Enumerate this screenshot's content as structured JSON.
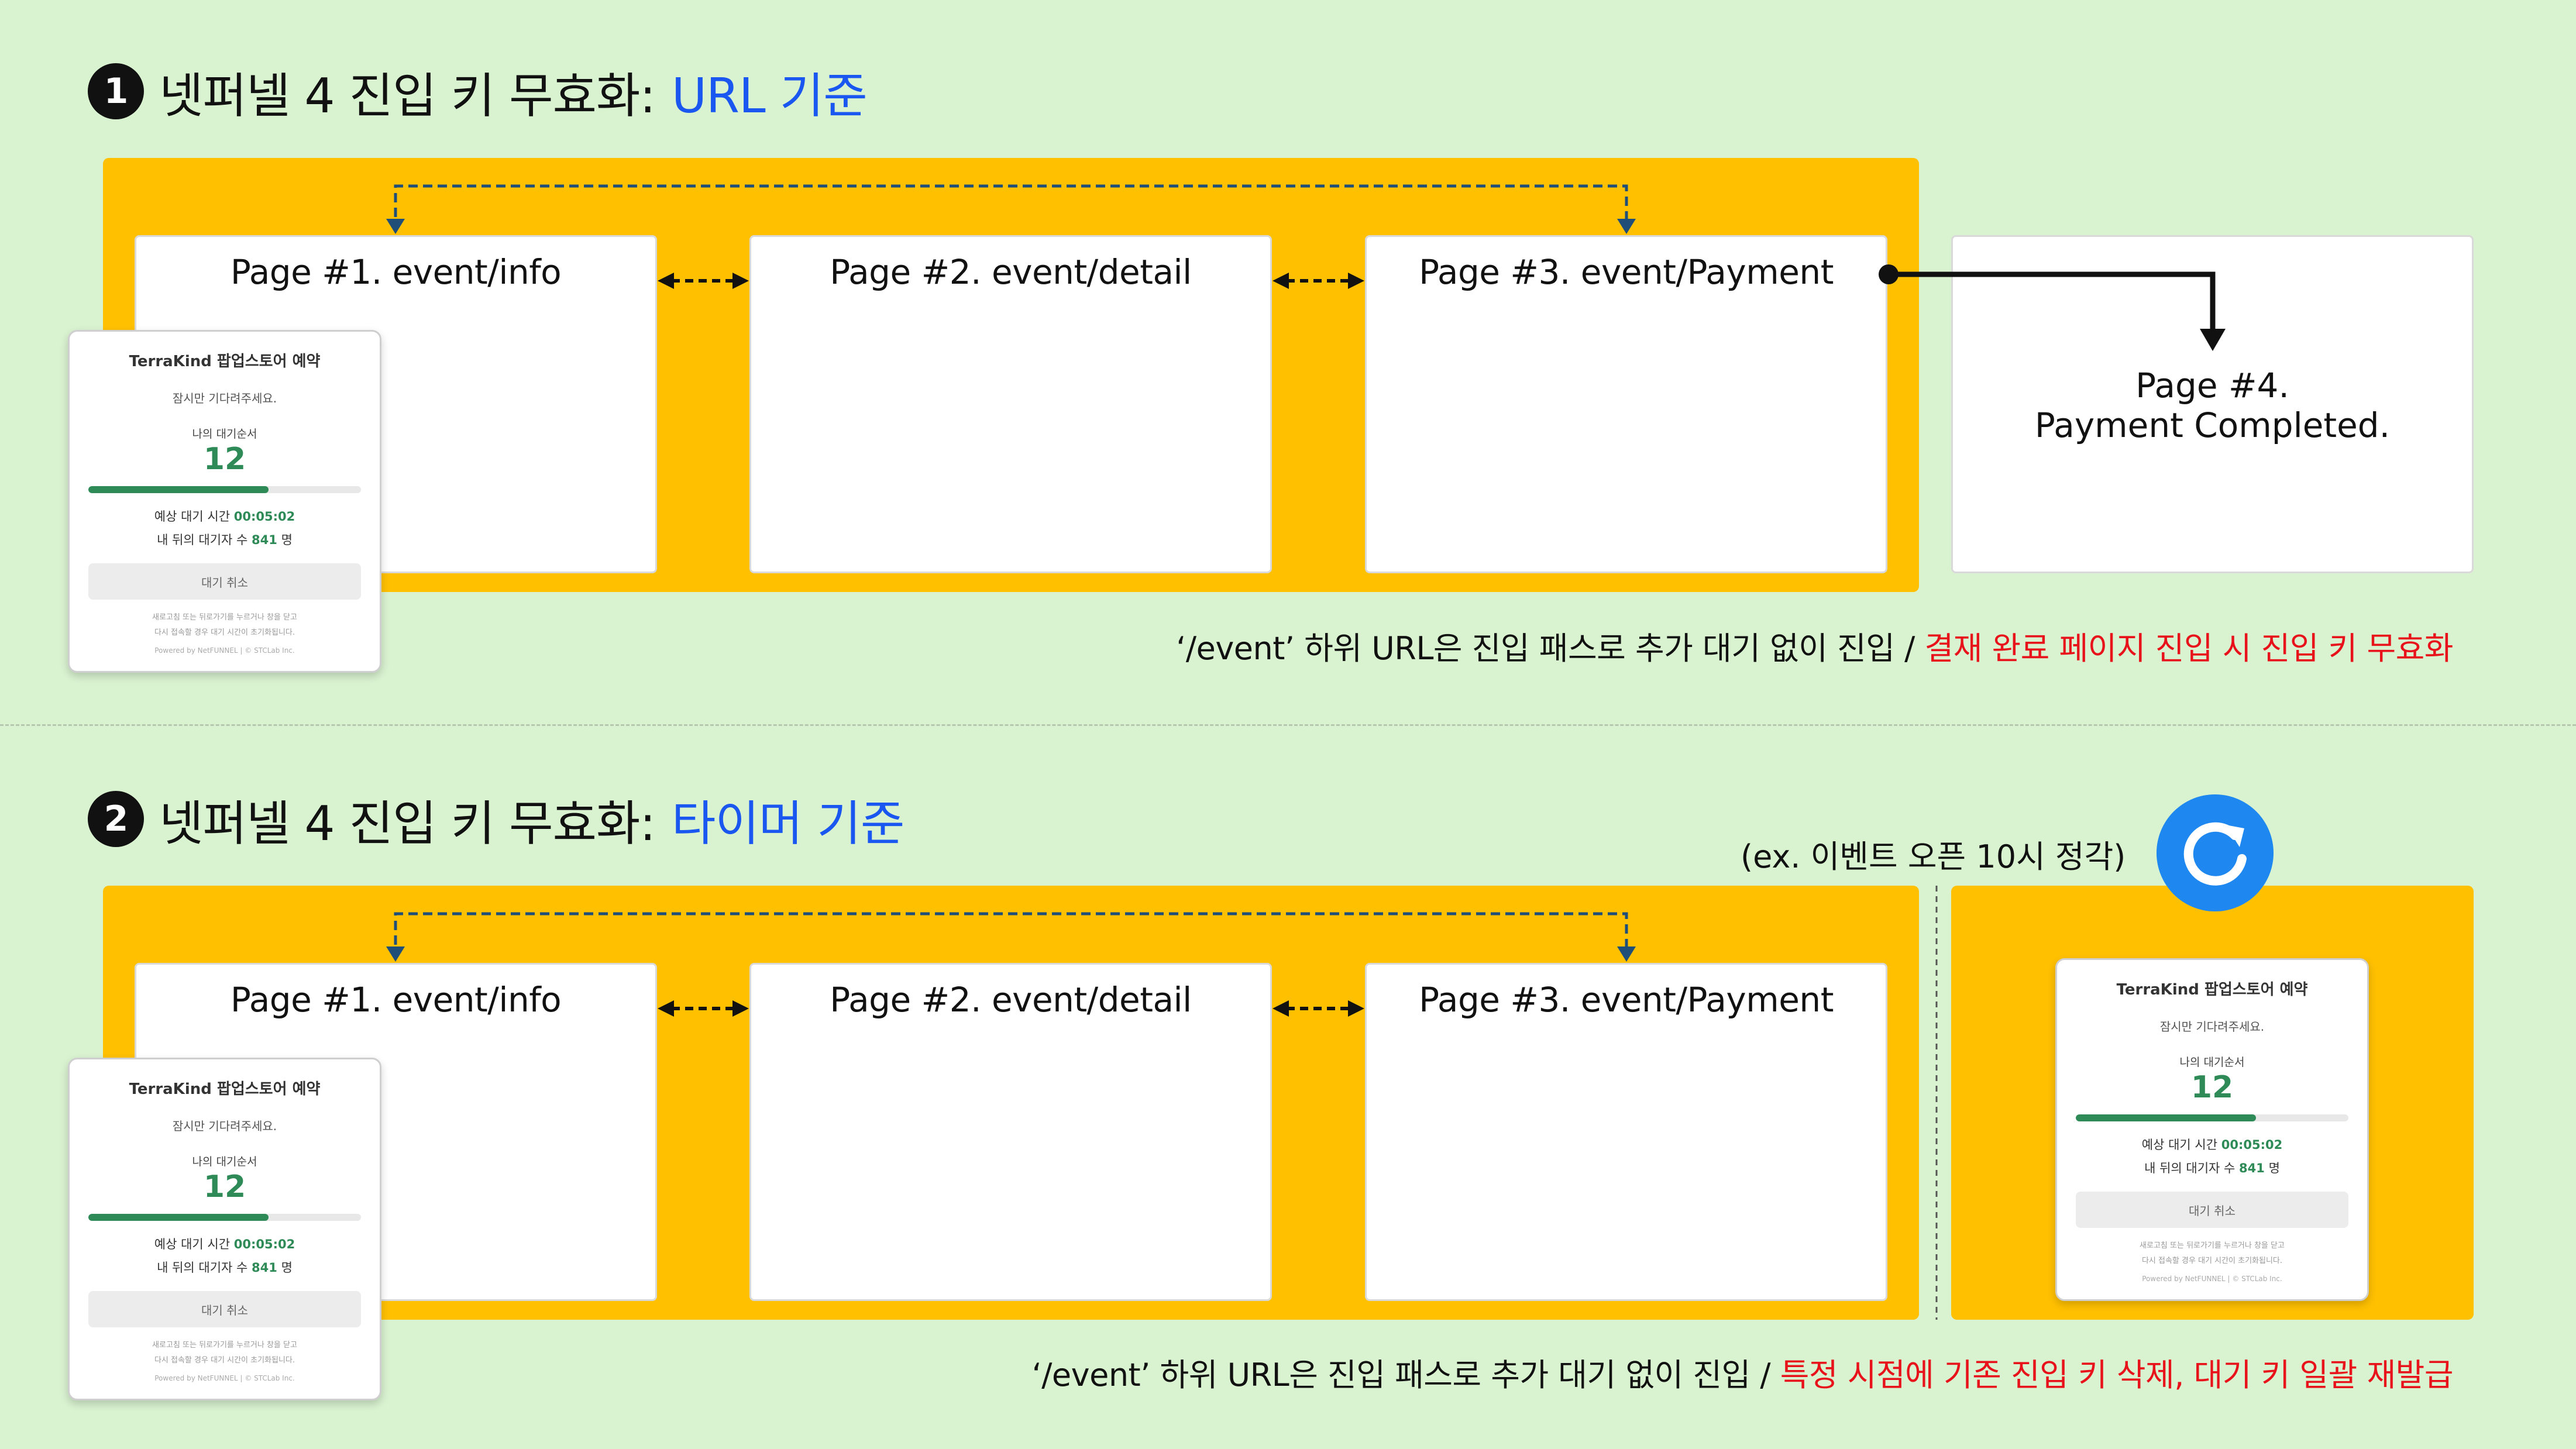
{
  "section1": {
    "number": "1",
    "title": "넷퍼넬 4 진입 키 무효화:",
    "accent": "URL 기준",
    "pages": [
      "Page #1. event/info",
      "Page #2. event/detail",
      "Page #3. event/Payment"
    ],
    "page4": [
      "Page #4.",
      "Payment Completed."
    ],
    "caption": "‘/event’ 하위 URL은 진입 패스로 추가 대기 없이 진입 / ",
    "caption_red": "결재 완료 페이지 진입 시 진입 키 무효화"
  },
  "section2": {
    "number": "2",
    "title": "넷퍼넬 4 진입 키 무효화:",
    "accent": "타이머 기준",
    "pages": [
      "Page #1. event/info",
      "Page #2. event/detail",
      "Page #3. event/Payment"
    ],
    "event_note": "(ex. 이벤트 오픈 10시 정각)",
    "caption": "‘/event’ 하위 URL은 진입 패스로 추가 대기 없이 진입 / ",
    "caption_red": "특정 시점에 기존 진입 키 삭제, 대기 키 일괄 재발급"
  },
  "widget": {
    "title": "TerraKind 팝업스토어 예약",
    "wait_message": "잠시만 기다려주세요.",
    "order_label": "나의 대기순서",
    "order_number": "12",
    "progress": 0.66,
    "time_label": "예상 대기 시간",
    "time_value": "00:05:02",
    "behind_label": "내 뒤의 대기자 수",
    "behind_value": "841",
    "behind_unit": "명",
    "cancel": "대기 취소",
    "note_line1": "새로고침 또는 뒤로가기를 누르거나 창을 닫고",
    "note_line2": "다시 접속할 경우 대기 시간이 초기화됩니다.",
    "powered": "Powered by NetFUNNEL | © STCLab Inc."
  },
  "colors": {
    "background": "#d9f2d0",
    "panel": "#ffc000",
    "accent_blue": "#1a56f0",
    "caption_red": "#e8121b",
    "queue_green": "#2e8b57",
    "refresh_blue": "#1e88f0"
  },
  "icons": [
    "refresh-icon",
    "bidirectional-dashed-arrow",
    "solid-arrow"
  ]
}
